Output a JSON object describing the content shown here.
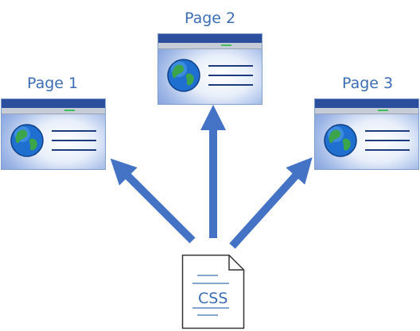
{
  "pages": [
    {
      "label": "Page 1"
    },
    {
      "label": "Page 2"
    },
    {
      "label": "Page 3"
    }
  ],
  "stylesheet": {
    "label": "CSS"
  },
  "colors": {
    "arrow": "#4472c4",
    "label_text": "#3b6db5",
    "window_titlebar": "#2b4f9c",
    "window_background": "#9db6e6",
    "globe_ocean": "#1f6fd0",
    "globe_land": "#3aa54a"
  },
  "icons": {
    "page_content": "globe-icon",
    "stylesheet": "document-icon"
  }
}
